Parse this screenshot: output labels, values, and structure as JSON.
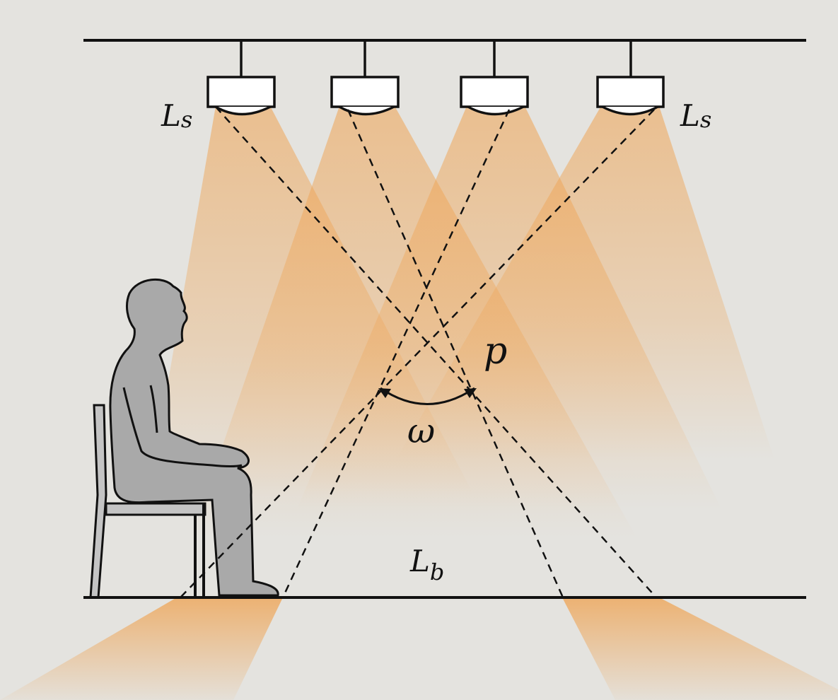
{
  "labels": {
    "source_left": "L",
    "source_left_sub": "s",
    "source_right": "L",
    "source_right_sub": "s",
    "point": "p",
    "angle": "ω",
    "background": "L",
    "background_sub": "b"
  },
  "luminaire_count": 4,
  "colors": {
    "background": "#e4e3df",
    "light_cone": "#efa14e",
    "line": "#111111",
    "person": "#a9a9a9",
    "luminaire": "#ffffff"
  }
}
